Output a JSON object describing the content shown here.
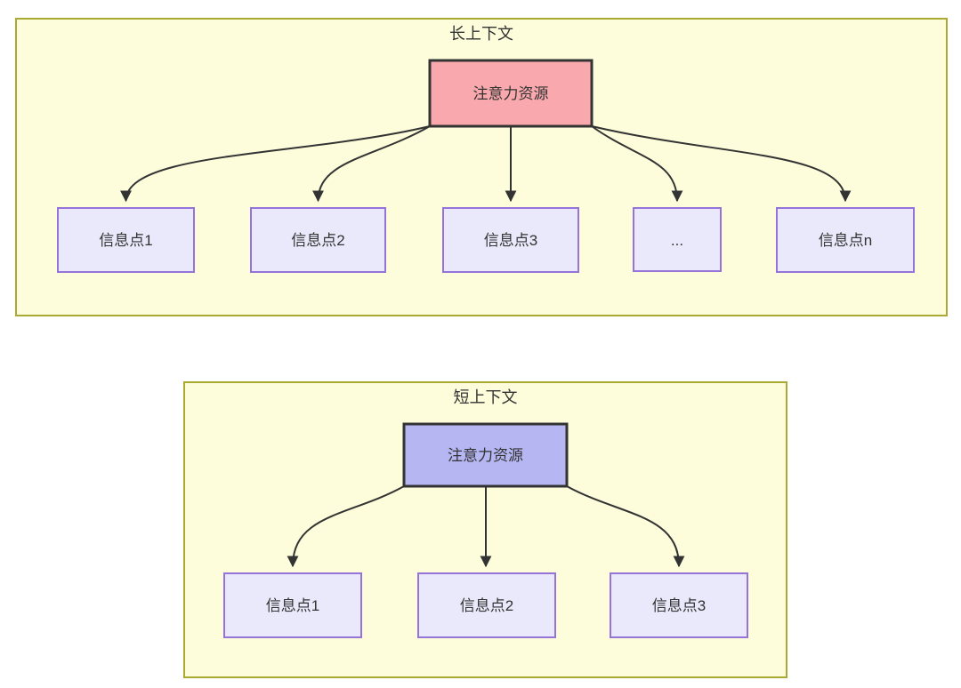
{
  "colors": {
    "container_fill": "#fdfddc",
    "container_border": "#aaaa33",
    "attention_long_fill": "#f9a8ad",
    "attention_short_fill": "#b5b6f2",
    "attention_border": "#333333",
    "node_fill": "#e9e9fb",
    "node_border": "#9673d9",
    "edge_color": "#333333",
    "text_color": "#333333"
  },
  "long_context": {
    "title": "长上下文",
    "attention_label": "注意力资源",
    "nodes": [
      {
        "label": "信息点1"
      },
      {
        "label": "信息点2"
      },
      {
        "label": "信息点3"
      },
      {
        "label": "..."
      },
      {
        "label": "信息点n"
      }
    ]
  },
  "short_context": {
    "title": "短上下文",
    "attention_label": "注意力资源",
    "nodes": [
      {
        "label": "信息点1"
      },
      {
        "label": "信息点2"
      },
      {
        "label": "信息点3"
      }
    ]
  }
}
